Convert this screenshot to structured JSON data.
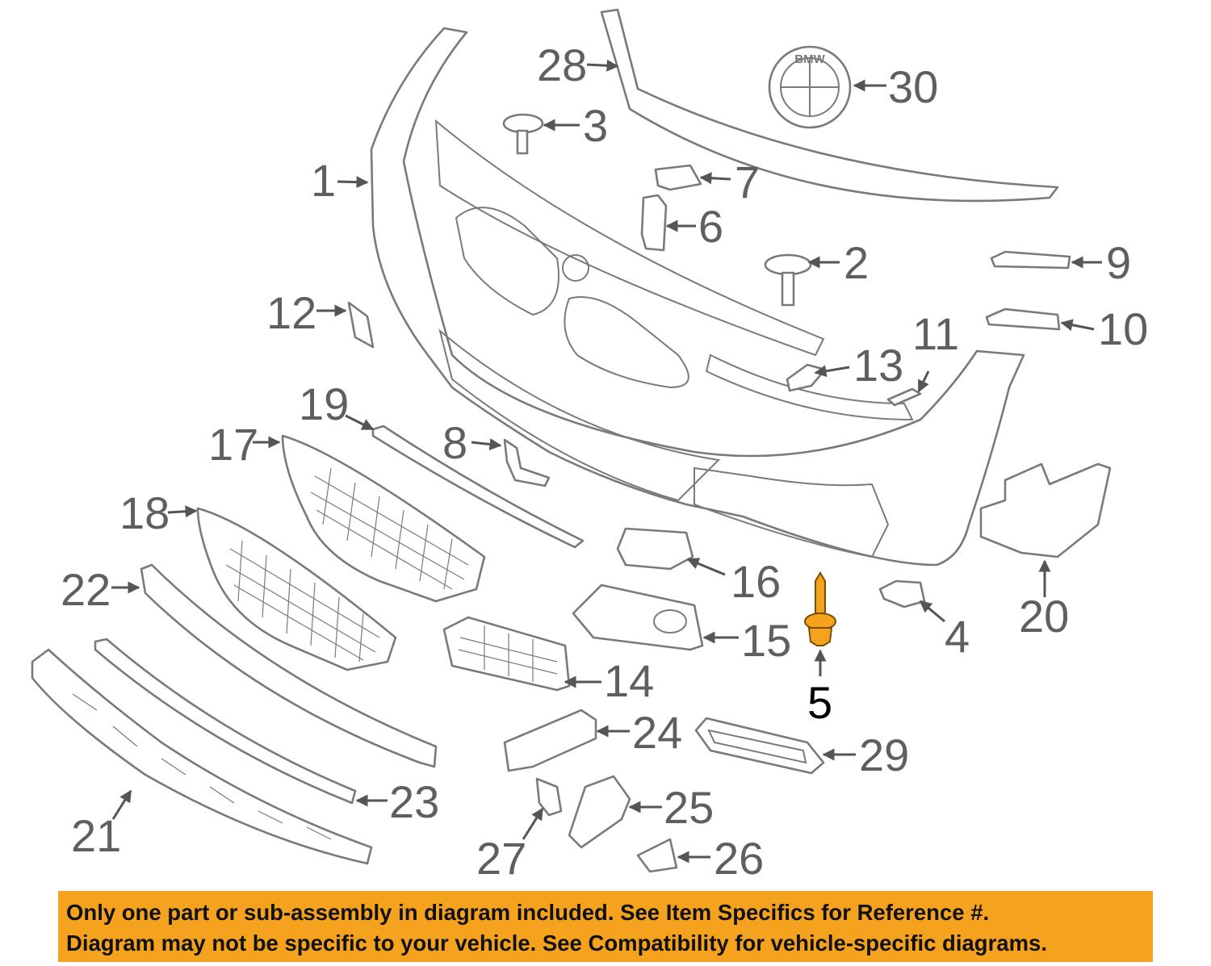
{
  "diagram": {
    "callouts": [
      {
        "id": "1",
        "label": "1"
      },
      {
        "id": "2",
        "label": "2"
      },
      {
        "id": "3",
        "label": "3"
      },
      {
        "id": "4",
        "label": "4"
      },
      {
        "id": "5",
        "label": "5"
      },
      {
        "id": "6",
        "label": "6"
      },
      {
        "id": "7",
        "label": "7"
      },
      {
        "id": "8",
        "label": "8"
      },
      {
        "id": "9",
        "label": "9"
      },
      {
        "id": "10",
        "label": "10"
      },
      {
        "id": "11",
        "label": "11"
      },
      {
        "id": "12",
        "label": "12"
      },
      {
        "id": "13",
        "label": "13"
      },
      {
        "id": "14",
        "label": "14"
      },
      {
        "id": "15",
        "label": "15"
      },
      {
        "id": "16",
        "label": "16"
      },
      {
        "id": "17",
        "label": "17"
      },
      {
        "id": "18",
        "label": "18"
      },
      {
        "id": "19",
        "label": "19"
      },
      {
        "id": "20",
        "label": "20"
      },
      {
        "id": "21",
        "label": "21"
      },
      {
        "id": "22",
        "label": "22"
      },
      {
        "id": "23",
        "label": "23"
      },
      {
        "id": "24",
        "label": "24"
      },
      {
        "id": "25",
        "label": "25"
      },
      {
        "id": "26",
        "label": "26"
      },
      {
        "id": "27",
        "label": "27"
      },
      {
        "id": "28",
        "label": "28"
      },
      {
        "id": "29",
        "label": "29"
      },
      {
        "id": "30",
        "label": "30"
      }
    ],
    "highlighted_callout": "5",
    "emblem_text": "BMW",
    "colors": {
      "part_outline": "#7a7a7a",
      "callout_text": "#5f5f5f",
      "highlight_part": "#f5a21e",
      "notice_background": "#f5a21e"
    }
  },
  "notice": {
    "line1": "Only one part or sub-assembly in diagram included. See Item Specifics for Reference #.",
    "line2": "Diagram may not be specific to your vehicle. See Compatibility for vehicle-specific diagrams."
  }
}
